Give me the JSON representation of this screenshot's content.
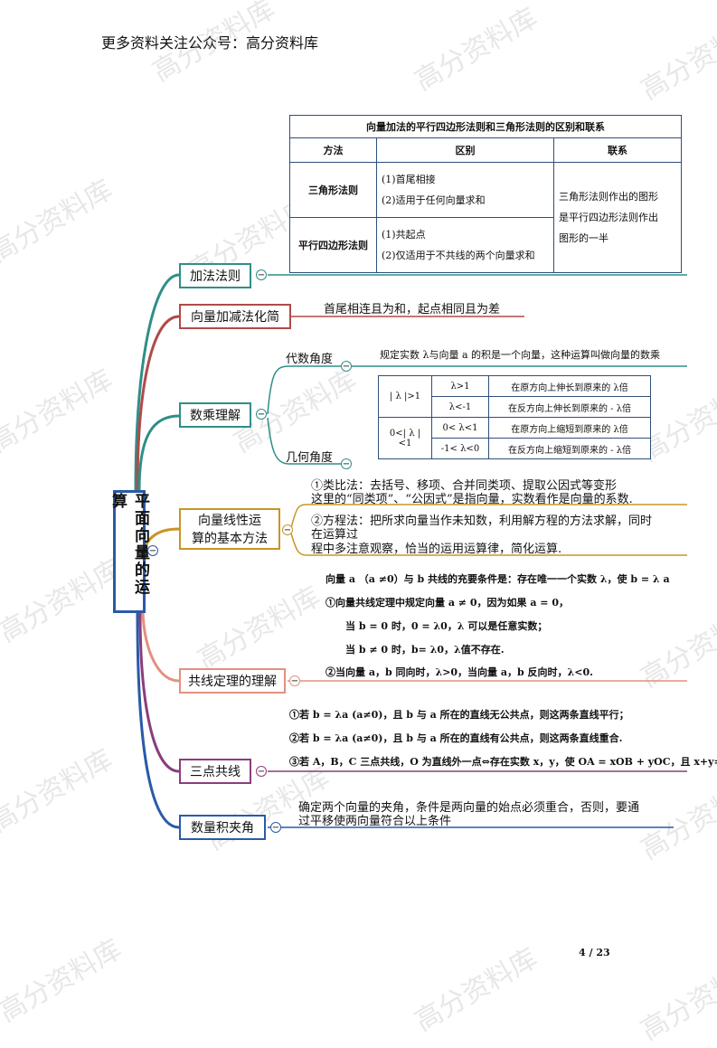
{
  "header": "更多资料关注公众号：高分资料库",
  "watermark": "高分资料库",
  "page_number": "4 / 23",
  "colors": {
    "root_border": "#2a5aa8",
    "teal": "#2f8f87",
    "red": "#b04a4a",
    "gold": "#c79526",
    "salmon": "#e39080",
    "purple": "#8b3d7c",
    "blue": "#2a5aa8"
  },
  "root": {
    "label": "平面向量的运算"
  },
  "table1": {
    "title": "向量加法的平行四边形法则和三角形法则的区别和联系",
    "headers": [
      "方法",
      "区别",
      "联系"
    ],
    "row1": {
      "method": "三角形法则",
      "diff1": "(1)首尾相接",
      "diff2": "(2)适用于任何向量求和"
    },
    "row2": {
      "method": "平行四边形法则",
      "diff1": "(1)共起点",
      "diff2": "(2)仅适用于不共线的两个向量求和"
    },
    "relation": [
      "三角形法则作出的图形",
      "是平行四边形法则作出",
      "图形的一半"
    ]
  },
  "branches": [
    {
      "label": "加法法则"
    },
    {
      "label": "向量加减法化简",
      "note": "首尾相连且为和，起点相同且为差"
    },
    {
      "label": "数乘理解",
      "sub1": "代数角度",
      "sub2": "几何角度",
      "def": "规定实数 λ与向量 a 的积是一个向量，这种运算叫做向量的数乘"
    },
    {
      "label1": "向量线性运",
      "label2": "算的基本方法",
      "m1a": "①类比法：去括号、移项、合并同类项、提取公因式等变形",
      "m1b": "这里的“同类项”、“公因式”是指向量，实数看作是向量的系数.",
      "m2a": "②方程法：把所求向量当作未知数，利用解方程的方法求解，同时",
      "m2b": "在运算过",
      "m2c": "程中多注意观察，恰当的运用运算律，简化运算."
    },
    {
      "label": "共线定理的理解",
      "l1": "向量 a （a ≠0）与 b 共线的充要条件是：存在唯一一个实数 λ，使 b = λ a",
      "l2": "①向量共线定理中规定向量 a ≠ 0，因为如果 a = 0，",
      "l3": "当 b = 0 时，0 = λ0，λ 可以是任意实数；",
      "l4": "当 b ≠ 0 时，b= λ0，λ值不存在.",
      "l5": "②当向量 a，b 同向时，λ>0，当向量 a，b 反向时，λ<0."
    },
    {
      "label": "三点共线",
      "l1": "①若 b = λa (a≠0)，且 b 与 a 所在的直线无公共点，则这两条直线平行；",
      "l2": "②若 b = λa (a≠0)，且 b 与 a 所在的直线有公共点，则这两条直线重合.",
      "l3": "③若 A，B，C 三点共线，O 为直线外一点⇔存在实数 x，y，使 OA = xOB + yOC，且 x+y="
    },
    {
      "label": "数量积夹角",
      "l1": "确定两个向量的夹角，条件是两向量的始点必须重合，否则，要通",
      "l2": "过平移使两向量符合以上条件"
    }
  ],
  "table2": {
    "rows": [
      [
        "| λ |>1",
        "λ>1",
        "在原方向上伸长到原来的 λ倍"
      ],
      [
        "",
        "λ<-1",
        "在反方向上伸长到原来的 - λ倍"
      ],
      [
        "0<| λ |<1",
        "0< λ<1",
        "在原方向上缩短到原来的 λ倍"
      ],
      [
        "",
        "-1< λ<0",
        "在反方向上缩短到原来的 - λ倍"
      ]
    ]
  },
  "toggle_symbol": "−"
}
